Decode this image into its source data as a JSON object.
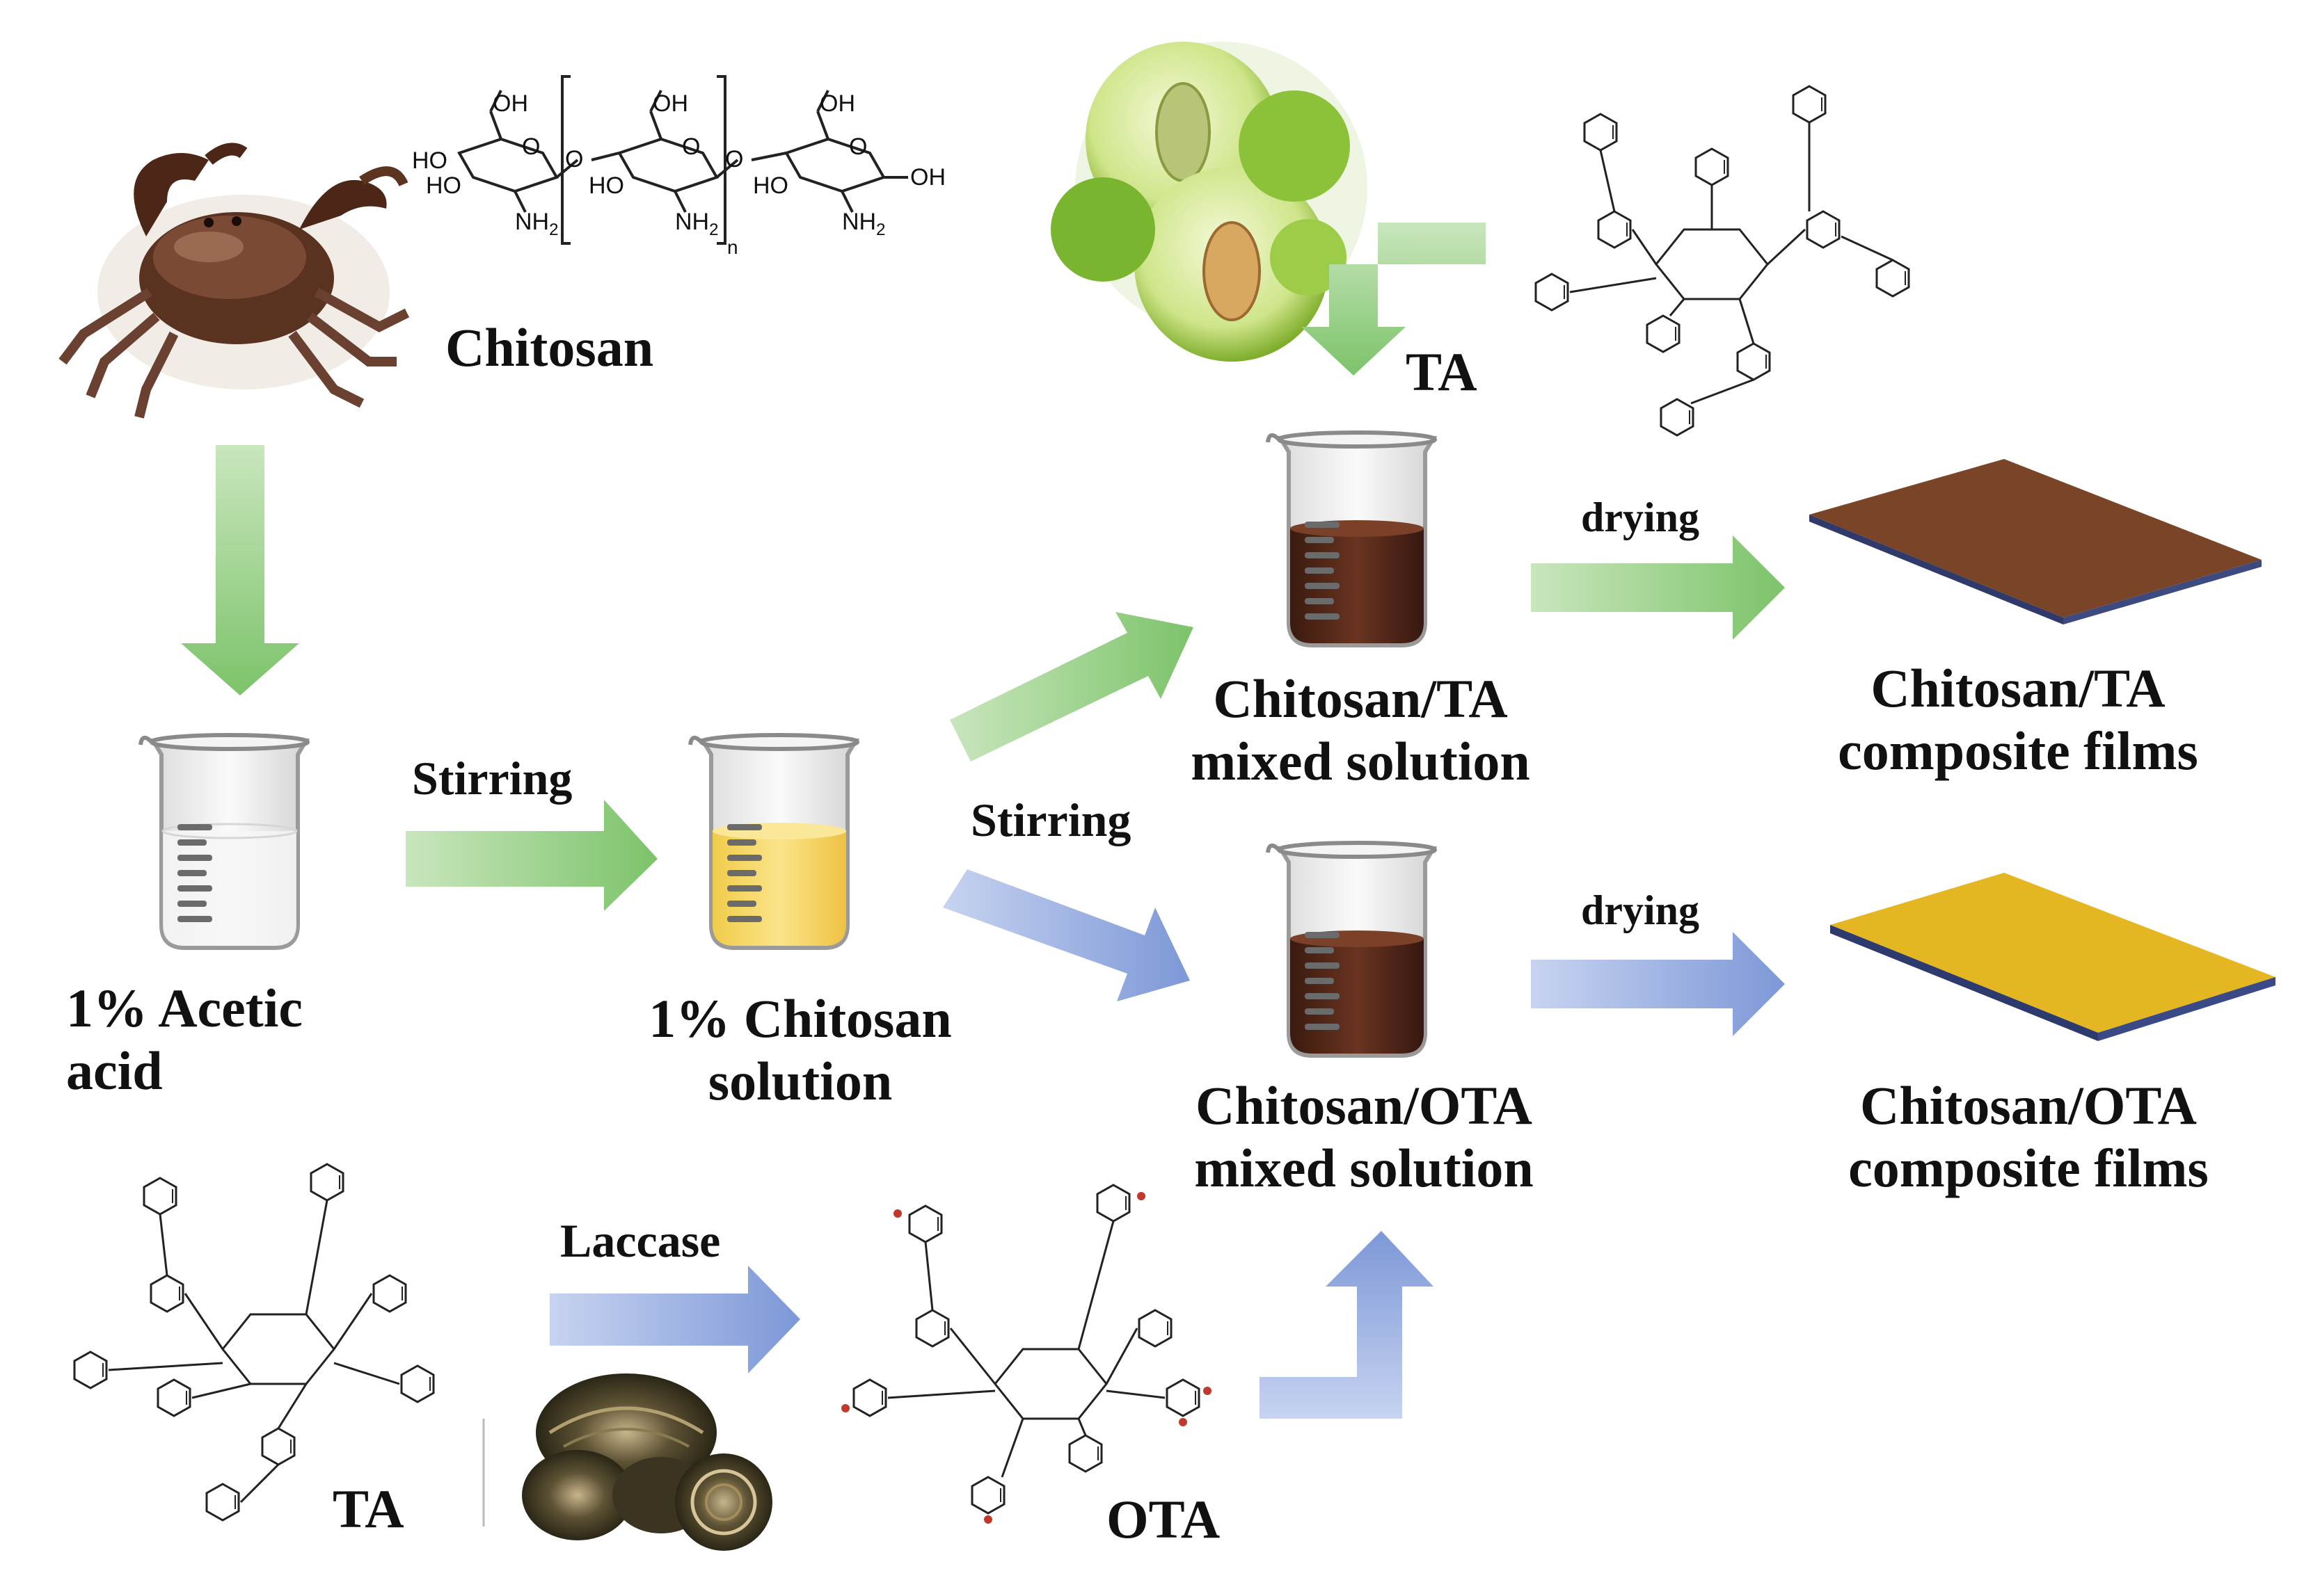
{
  "labels": {
    "chitosan": "Chitosan",
    "acetic_line1": "1% Acetic",
    "acetic_line2": "acid",
    "stirring_1": "Stirring",
    "chitosan_solution_line1": "1% Chitosan",
    "chitosan_solution_line2": "solution",
    "stirring_2": "Stirring",
    "ta_top": "TA",
    "ta_mixed_line1": "Chitosan/TA",
    "ta_mixed_line2": "mixed solution",
    "ota_mixed_line1": "Chitosan/OTA",
    "ota_mixed_line2": "mixed solution",
    "drying_1": "drying",
    "drying_2": "drying",
    "ta_film_line1": "Chitosan/TA",
    "ta_film_line2": "composite films",
    "ota_film_line1": "Chitosan/OTA",
    "ota_film_line2": "composite films",
    "laccase": "Laccase",
    "ta_bottom": "TA",
    "ota": "OTA"
  },
  "chitosan_structure_labels": {
    "oh": "OH",
    "ho": "HO",
    "nh2": "NH",
    "sub2": "2",
    "o": "O",
    "n": "n"
  },
  "colors": {
    "green_arrow": "#8fcb7d",
    "blue_arrow": "#8ea6dc",
    "ta_film": "#7a4a2a",
    "ota_film": "#e6b820",
    "yellow_solution": "#f5d55a",
    "brown_solution": "#4a2416"
  },
  "icons": {
    "crab": "crab-photo-icon",
    "fruit": "green-fruit-photo-icon",
    "fungus": "turkey-tail-fungus-photo-icon",
    "beaker": "beaker-icon"
  }
}
